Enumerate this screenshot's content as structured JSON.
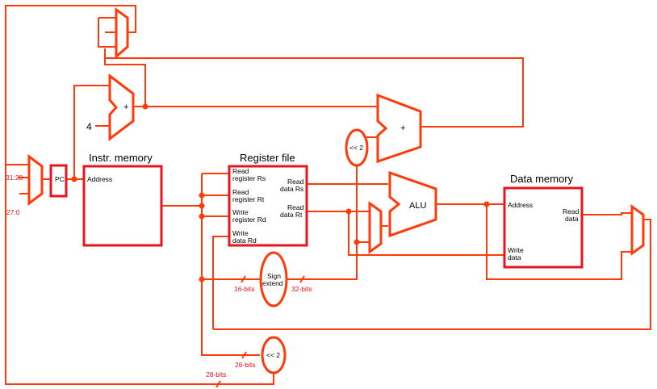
{
  "blocks": {
    "pc": "PC",
    "instr_memory": "Instr. memory",
    "register_file": "Register file",
    "data_memory": "Data memory",
    "alu": "ALU",
    "sign_extend_1": "Sign",
    "sign_extend_2": "extend",
    "shift_branch": "<< 2",
    "shift_jump": "<< 2",
    "adder_pc": "+",
    "adder_branch": "+",
    "const_four": "4"
  },
  "ports": {
    "im_address": "Address",
    "rf_read_rs_1": "Read",
    "rf_read_rs_2": "register Rs",
    "rf_read_rt_1": "Read",
    "rf_read_rt_2": "register Rt",
    "rf_write_rd_1": "Write",
    "rf_write_rd_2": "register Rd",
    "rf_write_data_1": "Write",
    "rf_write_data_2": "data Rd",
    "rf_data_rs_1": "Read",
    "rf_data_rs_2": "data Rs",
    "rf_data_rt_1": "Read",
    "rf_data_rt_2": "data Rt",
    "dm_address": "Address",
    "dm_write_data_1": "Write",
    "dm_write_data_2": "data",
    "dm_read_data_1": "Read",
    "dm_read_data_2": "data"
  },
  "labels": {
    "bits_31_28": "31:28",
    "bits_27_0": "27:0",
    "bits_16": "16-bits",
    "bits_32": "32-bits",
    "bits_26": "26-bits",
    "bits_28": "28-bits"
  },
  "colors": {
    "wire": "#ff3b0a",
    "block_outline": "#e8141e",
    "label_red": "#e8141e"
  }
}
